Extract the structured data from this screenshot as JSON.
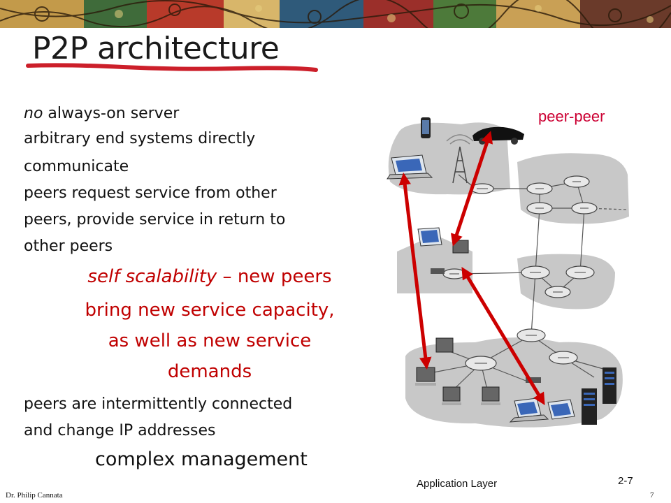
{
  "slide": {
    "title": "P2P architecture",
    "bullets": [
      {
        "prefix_italic": "no",
        "text": " always-on server"
      },
      {
        "text": "arbitrary end systems directly"
      },
      {
        "text": "communicate"
      },
      {
        "text": "peers request service from other"
      },
      {
        "text": "peers, provide service in return to"
      },
      {
        "text": "other peers"
      }
    ],
    "scalability": {
      "italic": "self scalability",
      "rest": " – new peers",
      "line2": "bring new service capacity,",
      "line3": "as well as new service",
      "line4": "demands"
    },
    "bullets2": [
      {
        "text": "peers are intermittently connected"
      },
      {
        "text": "and change IP addresses"
      }
    ],
    "management": "complex management"
  },
  "diagram": {
    "label": "peer-peer",
    "arrow_color": "#cc0000"
  },
  "footer": {
    "section": "Application Layer",
    "slide_number": "2-7",
    "author": "Dr. Philip Cannata",
    "page": "7"
  },
  "colors": {
    "accent_red": "#c00000",
    "underline_red": "#cc1f2a",
    "cloud_gray": "#c8c8c8"
  }
}
